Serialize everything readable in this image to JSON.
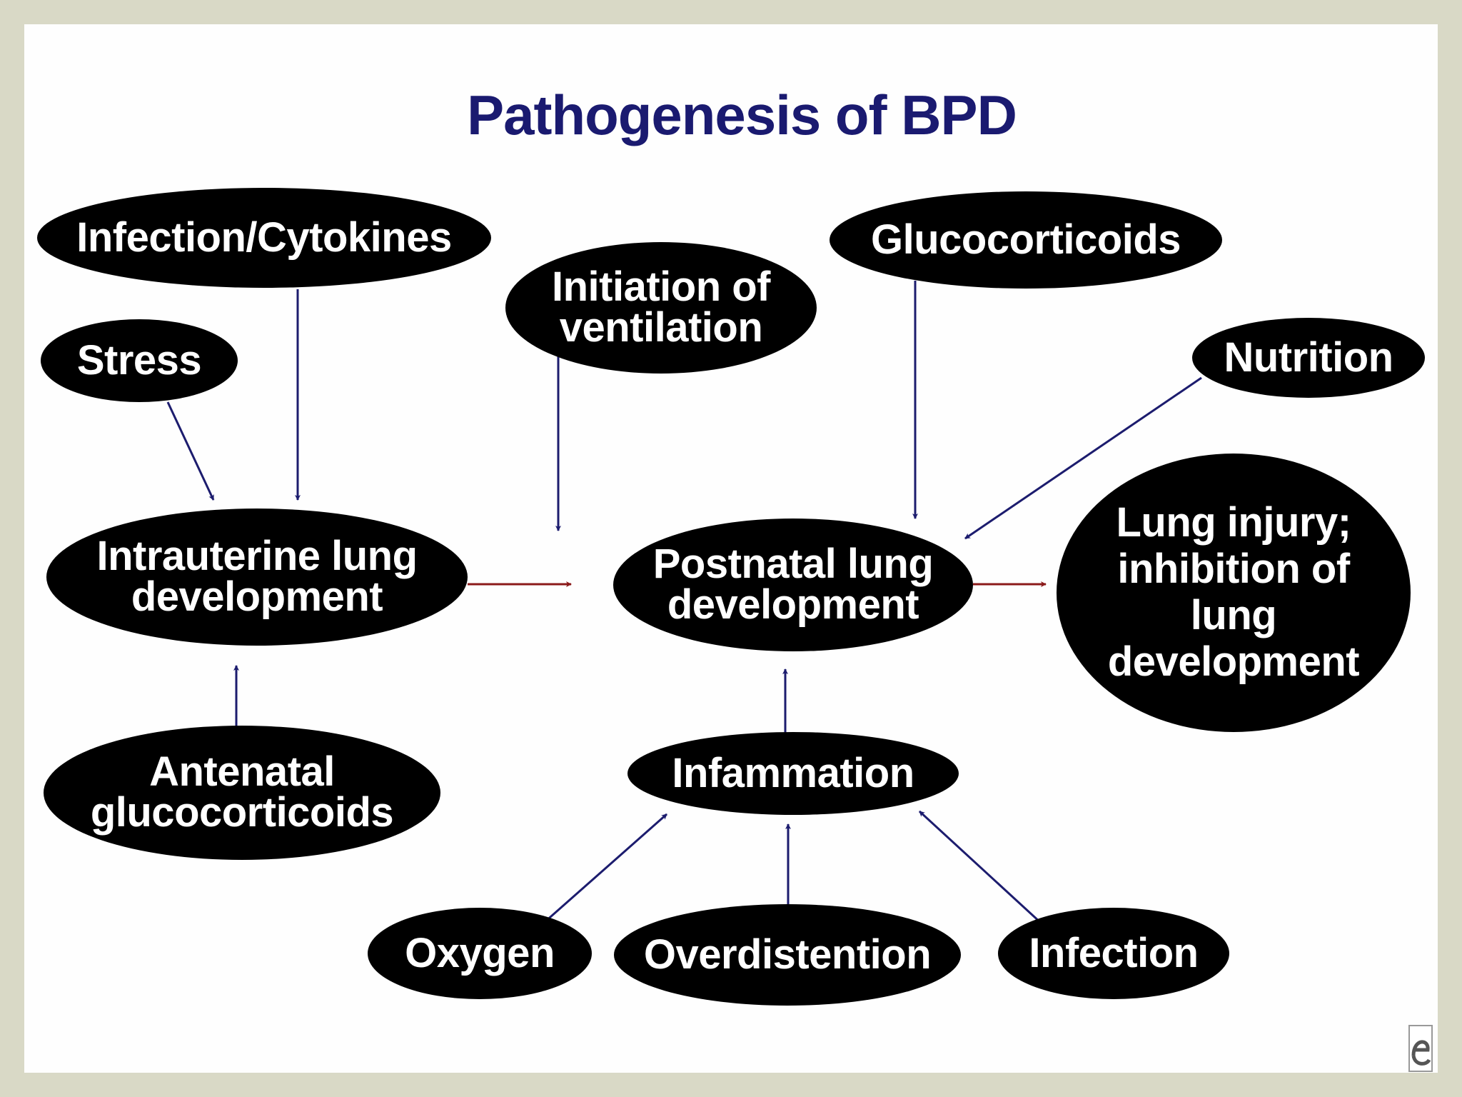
{
  "title": "Pathogenesis of BPD",
  "colors": {
    "background": "#d9d9c6",
    "slide": "#fefefe",
    "title": "#1a1a70",
    "node_fill": "#000000",
    "node_text": "#ffffff",
    "influence_arrow": "#1c1c6e",
    "progression_arrow": "#8b1a1a"
  },
  "nodes": {
    "infection_cytokines": {
      "lines": [
        "Infection/Cytokines"
      ]
    },
    "stress": {
      "lines": [
        "Stress"
      ]
    },
    "initiation_ventilation": {
      "lines": [
        "Initiation of",
        "ventilation"
      ]
    },
    "glucocorticoids": {
      "lines": [
        "Glucocorticoids"
      ]
    },
    "nutrition": {
      "lines": [
        "Nutrition"
      ]
    },
    "intrauterine": {
      "lines": [
        "Intrauterine lung",
        "development"
      ]
    },
    "postnatal": {
      "lines": [
        "Postnatal lung",
        "development"
      ]
    },
    "lung_injury": {
      "lines": [
        "Lung injury;",
        "inhibition of",
        "lung",
        "development"
      ]
    },
    "antenatal": {
      "lines": [
        "Antenatal",
        "glucocorticoids"
      ]
    },
    "inflammation": {
      "lines": [
        "Infammation"
      ]
    },
    "oxygen": {
      "lines": [
        "Oxygen"
      ]
    },
    "overdistention": {
      "lines": [
        "Overdistention"
      ]
    },
    "infection": {
      "lines": [
        "Infection"
      ]
    }
  },
  "edges": [
    {
      "from": "infection_cytokines",
      "to": "intrauterine",
      "kind": "influence"
    },
    {
      "from": "stress",
      "to": "intrauterine",
      "kind": "influence"
    },
    {
      "from": "antenatal",
      "to": "intrauterine",
      "kind": "influence"
    },
    {
      "from": "initiation_ventilation",
      "to": "postnatal",
      "kind": "influence"
    },
    {
      "from": "glucocorticoids",
      "to": "postnatal",
      "kind": "influence"
    },
    {
      "from": "nutrition",
      "to": "postnatal",
      "kind": "influence"
    },
    {
      "from": "inflammation",
      "to": "postnatal",
      "kind": "influence"
    },
    {
      "from": "oxygen",
      "to": "inflammation",
      "kind": "influence"
    },
    {
      "from": "overdistention",
      "to": "inflammation",
      "kind": "influence"
    },
    {
      "from": "infection",
      "to": "inflammation",
      "kind": "influence"
    },
    {
      "from": "intrauterine",
      "to": "postnatal",
      "kind": "progression"
    },
    {
      "from": "postnatal",
      "to": "lung_injury",
      "kind": "progression"
    }
  ],
  "logo_icon": "publisher-logo-icon"
}
